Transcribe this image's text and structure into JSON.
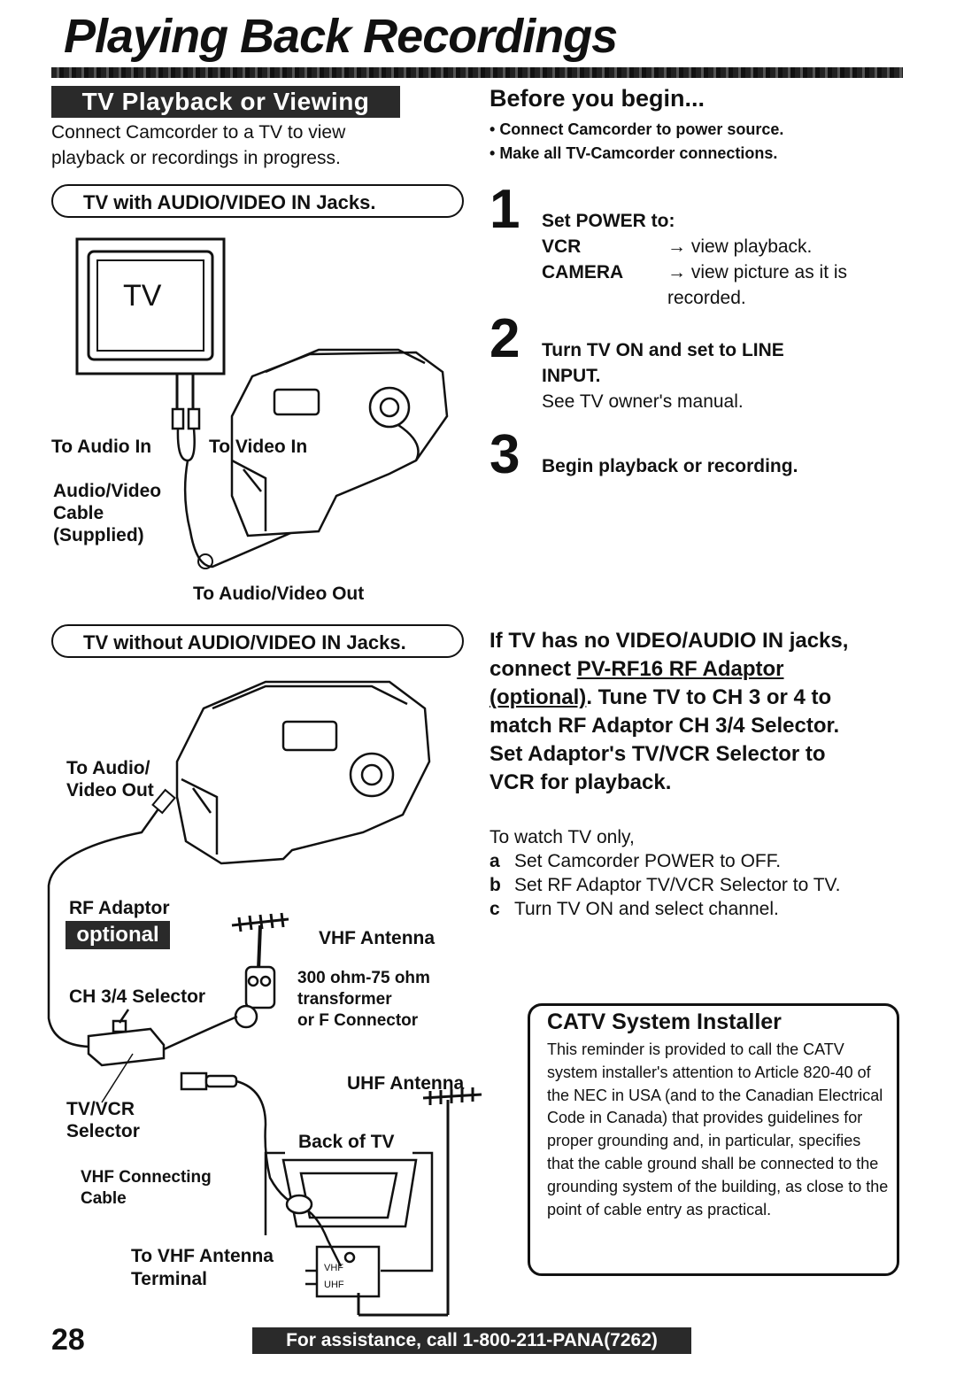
{
  "title": "Playing Back Recordings",
  "section_badge": "TV Playback or Viewing",
  "intro": "Connect Camcorder to a TV to view playback or recordings in progress.",
  "pill_with": "TV with AUDIO/VIDEO IN Jacks.",
  "pill_without": "TV without AUDIO/VIDEO IN Jacks.",
  "before": {
    "heading": "Before you begin...",
    "bullets": [
      "Connect Camcorder to power source.",
      "Make all TV-Camcorder connections."
    ]
  },
  "steps": {
    "s1": {
      "num": "1",
      "head": "Set POWER to:",
      "vcr_key": "VCR",
      "vcr_val": "→ view playback.",
      "cam_key": "CAMERA",
      "cam_val": "→ view picture as it is",
      "cam_val2": "recorded."
    },
    "s2": {
      "num": "2",
      "head1": "Turn TV ON and set to LINE",
      "head2": "INPUT.",
      "note": "See TV owner's manual."
    },
    "s3": {
      "num": "3",
      "head": "Begin playback or recording."
    }
  },
  "diagram1": {
    "tv": "TV",
    "to_audio_in": "To Audio In",
    "to_video_in": "To Video In",
    "cable1": "Audio/Video",
    "cable2": "Cable",
    "cable3": "(Supplied)",
    "to_av_out": "To Audio/Video Out"
  },
  "rf": {
    "line1": "If TV has no VIDEO/AUDIO IN jacks,",
    "line2a": "connect ",
    "line2b": "PV-RF16 RF Adaptor",
    "line3a": "(optional)",
    "line3b": ". Tune TV to CH 3 or 4 to",
    "line4": "match RF Adaptor CH 3/4 Selector.",
    "line5": "Set Adaptor's TV/VCR Selector to",
    "line6": "VCR for playback."
  },
  "watch": {
    "intro": "To watch TV only,",
    "items": [
      {
        "letter": "a",
        "text": "Set Camcorder POWER to OFF."
      },
      {
        "letter": "b",
        "text": "Set RF Adaptor TV/VCR Selector to TV."
      },
      {
        "letter": "c",
        "text": "Turn TV ON and select channel."
      }
    ]
  },
  "diagram2": {
    "to_audio": "To Audio/",
    "video_out": "Video Out",
    "rf_adaptor": "RF Adaptor",
    "optional": "optional",
    "vhf_antenna": "VHF Antenna",
    "ohm1": "300 ohm-75 ohm",
    "ohm2": "transformer",
    "ohm3": "or F Connector",
    "ch34": "CH 3/4 Selector",
    "uhf_antenna": "UHF Antenna",
    "tvvcr1": "TV/VCR",
    "tvvcr2": "Selector",
    "back_tv": "Back of TV",
    "vhf_cable1": "VHF Connecting",
    "vhf_cable2": "Cable",
    "to_vhf1": "To VHF Antenna",
    "to_vhf2": "Terminal",
    "vhf_term": "VHF",
    "uhf_term": "UHF"
  },
  "catv": {
    "heading": "CATV System Installer",
    "body": "This reminder is provided to call the CATV system installer's attention to Article 820-40 of the NEC in USA (and to the Canadian Electrical Code in Canada) that provides guidelines for proper grounding and, in particular, specifies that the cable ground shall be connected to the grounding system of the building, as close to the point of cable entry as practical."
  },
  "footer": {
    "page": "28",
    "assist": "For assistance, call 1-800-211-PANA(7262)"
  }
}
